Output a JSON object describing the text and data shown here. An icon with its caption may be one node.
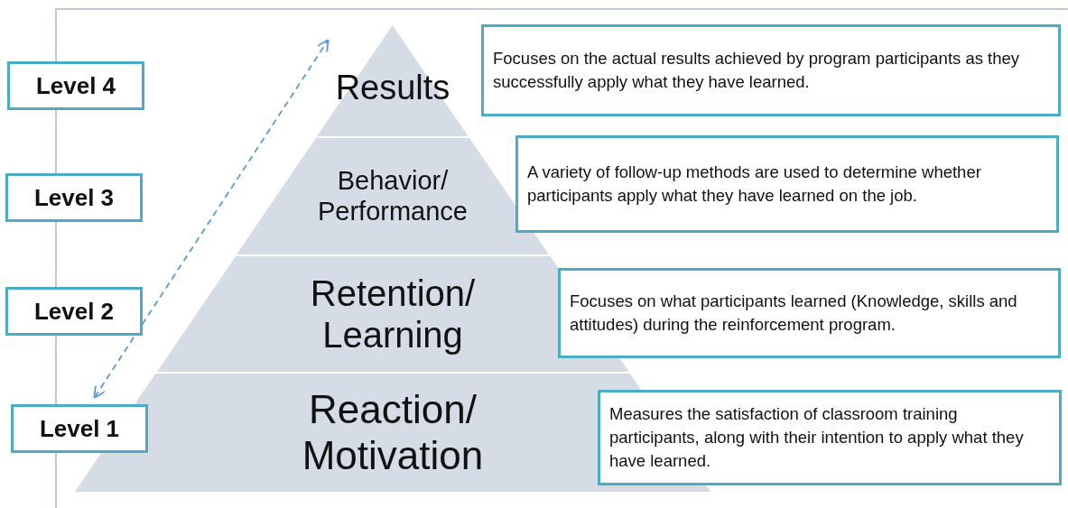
{
  "diagram": {
    "nodes": [
      {
        "text": [
          "Level 4"
        ]
      },
      {
        "text": [
          "Results"
        ]
      },
      {
        "text": [
          "Focuses on the actual results achieved by program participants as they successfully apply what they have learned."
        ]
      },
      {
        "text": [
          "Level 3"
        ]
      },
      {
        "text": [
          "Behavior/ Performance"
        ]
      },
      {
        "text": [
          "A variety of follow-up methods are used to determine whether participants apply what they have learned on the job."
        ]
      },
      {
        "text": [
          "Level 2"
        ]
      },
      {
        "text": [
          "Retention/ Learning"
        ]
      },
      {
        "text": [
          "Focuses on what participants learned (Knowledge, skills and attitudes) during the reinforcement program."
        ]
      },
      {
        "text": [
          "Level 1"
        ]
      },
      {
        "text": [
          "Reaction/ Motivation"
        ]
      },
      {
        "text": [
          "Measures the satisfaction of classroom training participants, along with their intention to apply what they have learned."
        ]
      }
    ],
    "edges": []
  }
}
